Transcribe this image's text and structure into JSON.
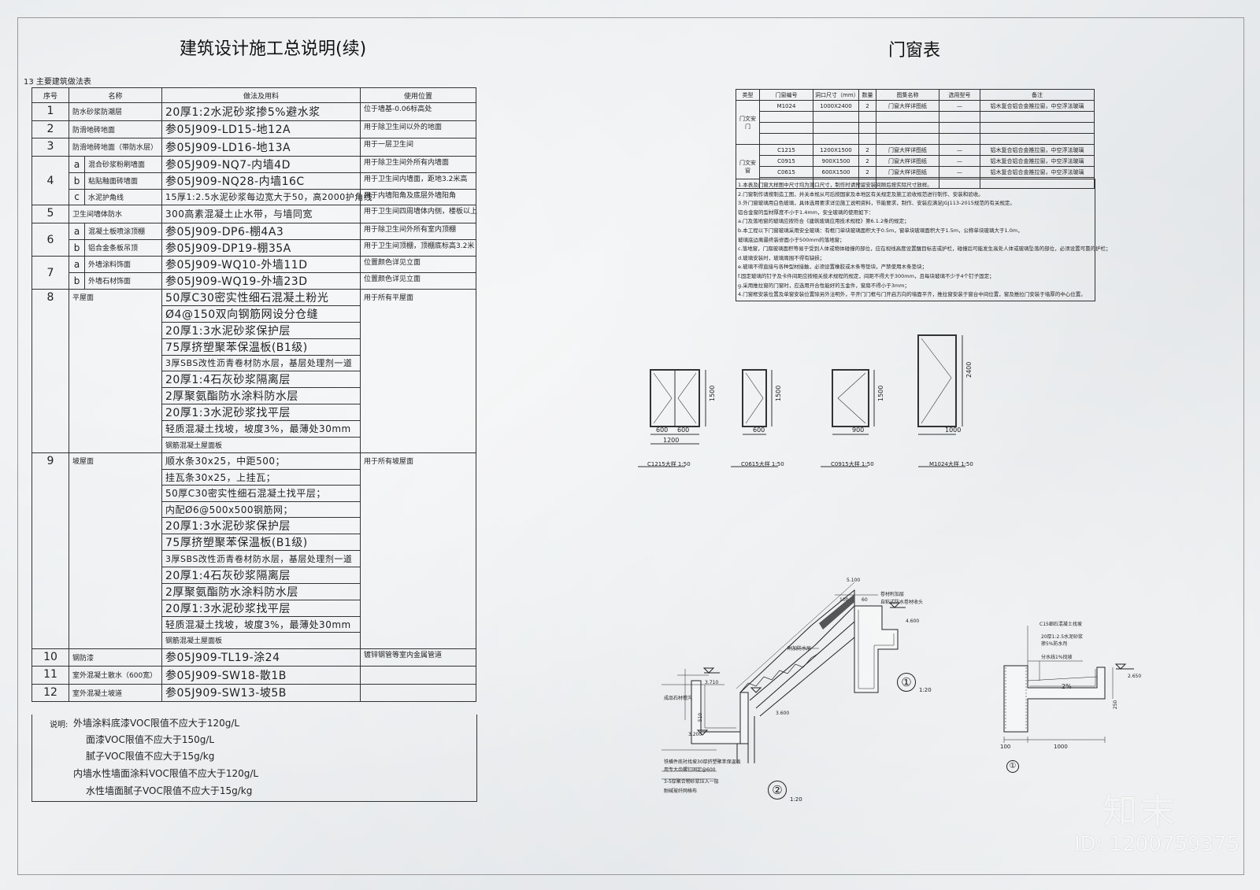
{
  "main_title": "建筑设计施工总说明(续)",
  "section_title": "13 主要建筑做法表",
  "table_headers": [
    "序号",
    "名称",
    "做法及用料",
    "使用位置"
  ],
  "rows": [
    {
      "no": "1",
      "sub": "",
      "name": "防水砂浆防潮层",
      "method": "20厚1:2水泥砂浆掺5%避水浆",
      "use": "位于墙基-0.06标高处"
    },
    {
      "no": "2",
      "sub": "",
      "name": "防滑地砖地面",
      "method": "参05J909-LD15-地12A",
      "use": "用于除卫生间以外的地面"
    },
    {
      "no": "3",
      "sub": "",
      "name": "防滑地砖地面（带防水层）",
      "method": "参05J909-LD16-地13A",
      "use": "用于一层卫生间"
    },
    {
      "no": "4",
      "sub": "a",
      "name": "混合砂浆粉刷墙面",
      "method": "参05J909-NQ7-内墙4D",
      "use": "用于除卫生间外所有内墙面"
    },
    {
      "no": "",
      "sub": "b",
      "name": "粘贴釉面砖墙面",
      "method": "参05J909-NQ28-内墙16C",
      "use": "用于卫生间内墙面，距地3.2米高"
    },
    {
      "no": "",
      "sub": "c",
      "name": "水泥护角线",
      "method": "15厚1:2.5水泥砂浆每边宽大于50，高2000护角线",
      "use": "用于内墙阳角及底层外墙阳角"
    },
    {
      "no": "5",
      "sub": "",
      "name": "卫生间墙体防水",
      "method": "300高素混凝土止水带，与墙同宽",
      "use": "用于卫生间四周墙体内侧，楼板以上"
    },
    {
      "no": "6",
      "sub": "a",
      "name": "混凝土板喷涂顶棚",
      "method": "参05J909-DP6-棚4A3",
      "use": "用于除卫生间外所有室内顶棚"
    },
    {
      "no": "",
      "sub": "b",
      "name": "铝合金条板吊顶",
      "method": "参05J909-DP19-棚35A",
      "use": "用于卫生间顶棚，顶棚底标高3.2米"
    },
    {
      "no": "7",
      "sub": "a",
      "name": "外墙涂料饰面",
      "method": "参05J909-WQ10-外墙11D",
      "use": "位置颜色详见立面"
    },
    {
      "no": "",
      "sub": "b",
      "name": "外墙石材饰面",
      "method": "参05J909-WQ19-外墙23D",
      "use": "位置颜色详见立面"
    }
  ],
  "row8": {
    "no": "8",
    "name": "平屋面",
    "use": "用于所有平屋面",
    "layers": [
      "50厚C30密实性细石混凝土粉光",
      "Ø4@150双向钢筋网设分仓缝",
      "20厚1:3水泥砂浆保护层",
      "75厚挤塑聚苯保温板(B1级)",
      "3厚SBS改性沥青卷材防水层，基层处理剂一道",
      "20厚1:4石灰砂浆隔离层",
      "2厚聚氨酯防水涂料防水层",
      "20厚1:3水泥砂浆找平层",
      "轻质混凝土找坡，坡度3%，最薄处30mm",
      "钢筋混凝土屋面板"
    ]
  },
  "row9": {
    "no": "9",
    "name": "坡屋面",
    "use": "用于所有坡屋面",
    "layers": [
      "顺水条30x25，中距500；",
      "挂瓦条30x25，上挂瓦；",
      "50厚C30密实性细石混凝土找平层；",
      "内配Ø6@500x500钢筋网；",
      "20厚1:3水泥砂浆保护层",
      "75厚挤塑聚苯保温板(B1级)",
      "3厚SBS改性沥青卷材防水层，基层处理剂一道",
      "20厚1:4石灰砂浆隔离层",
      "2厚聚氨酯防水涂料防水层",
      "20厚1:3水泥砂浆找平层",
      "轻质混凝土找坡，坡度3%，最薄处30mm",
      "钢筋混凝土屋面板"
    ]
  },
  "rows_end": [
    {
      "no": "10",
      "name": "钢防漆",
      "method": "参05J909-TL19-涂24",
      "use": "镀锌钢管等室内金属管道"
    },
    {
      "no": "11",
      "name": "室外混凝土散水（600宽）",
      "method": "参05J909-SW18-散1B",
      "use": ""
    },
    {
      "no": "12",
      "name": "室外混凝土坡道",
      "method": "参05J909-SW13-坡5B",
      "use": ""
    }
  ],
  "notes_label": "说明:",
  "notes": [
    "外墙涂料底漆VOC限值不应大于120g/L",
    "面漆VOC限值不应大于150g/L",
    "腻子VOC限值不应大于15g/kg",
    "内墙水性墙面涂料VOC限值不应大于120g/L",
    "水性墙面腻子VOC限值不应大于15g/kg"
  ],
  "door_title": "门窗表",
  "door_headers": [
    "类型",
    "门窗编号",
    "洞口尺寸（mm）",
    "数量",
    "图集名称",
    "选用型号",
    "备注"
  ],
  "door_type_label": "门文安门",
  "window_type_label": "门文安窗",
  "door_rows": [
    {
      "code": "M1024",
      "size": "1000X2400",
      "qty": "2",
      "atlas": "门窗大样详图纸",
      "model": "—",
      "note": "铝木复合铝合金推拉窗，中空浮法玻璃"
    }
  ],
  "window_rows": [
    {
      "code": "C1215",
      "size": "1200X1500",
      "qty": "2",
      "atlas": "门窗大样详图纸",
      "model": "—",
      "note": "铝木复合铝合金推拉窗，中空浮法玻璃"
    },
    {
      "code": "C0915",
      "size": "900X1500",
      "qty": "2",
      "atlas": "门窗大样详图纸",
      "model": "—",
      "note": "铝木复合铝合金推拉窗，中空浮法玻璃"
    },
    {
      "code": "C0615",
      "size": "600X1500",
      "qty": "2",
      "atlas": "门窗大样详图纸",
      "model": "—",
      "note": "铝木复合铝合金推拉窗，中空浮法玻璃"
    }
  ],
  "door_notes": [
    "1.本表及门窗大样图中尺寸均为洞口尺寸，制作时请预留安装间隙后按实际尺寸放样。",
    "2.门窗制作请按制造工图，并关本规从可后按国家及本地区有关规定及施工验收规范进行制作、安装和验收。",
    "3.外门窗玻璃用白色玻璃，具体选用要求详见施工说明资料，节能要求，制作、安装应满足JGJ113-2015规范的有关规定。",
    "   铝合金窗的型材厚度不小于1.4mm，安全玻璃的使用如下：",
    "a.门及落地窗的玻璃应按符合《建筑玻璃应用技术规程》第6.1.2条的规定；",
    "b.本工程以下门窗玻璃采用安全玻璃：有框门单块玻璃面积大于0.5m，窗单块玻璃面积大于1.5m，公称单块玻璃大于1.0m，",
    "   玻璃底边离最终装修面小于500mm的落地窗；",
    "c.落地窗，门扇玻璃面积等易于受到人体或物体碰撞的部位，应在视线高度设置醒目标志或护栏，碰撞后可能发生高处人体或玻璃坠落的部位，必须设置可靠的护栏；",
    "d.玻璃安装时，玻璃周围不得有缺损；",
    "e.玻璃不得直接与各种型材接触，必须设置橡胶或木条等垫块，严禁使用木条垫块；",
    "f.固定玻璃的钉子及卡件间距应按相关技术规程的规定，间距不得大于300mm，且每块玻璃不少于4个钉子固定；",
    "g.采用推拉窗的门窗时，应选用开合性能好的五金件，窗扇不得小于3mm；",
    "4.门窗框安装位置及单窗安装位置除另外注明外，平开门门框与门开启方向的墙面平齐，推拉窗安装于窗台中间位置，窗及推拉门安装于墙厚的中心位置。"
  ],
  "windows": [
    {
      "label": "C1215大样 1:50",
      "h": "1500",
      "w": "1200",
      "w1": "600",
      "w2": "600"
    },
    {
      "label": "C0615大样 1:50",
      "h": "1500",
      "w": "600"
    },
    {
      "label": "C0915大样 1:50",
      "h": "1500",
      "w": "900"
    },
    {
      "label": "M1024大样 1:50",
      "h": "2400",
      "w": "1000"
    }
  ],
  "detail": {
    "d1_no": "①",
    "d2_no": "②",
    "d1_scale": "1:20",
    "d2_scale": "1:20",
    "d3_no": "①",
    "lv_5100": "5.100",
    "lv_4600": "4.600",
    "lv_3710": "3.710",
    "lv_3600": "3.600",
    "lv_3200": "3.200",
    "lv_2650": "2.650",
    "dim_100": "100",
    "dim_60": "60",
    "dim_510": "510",
    "dim_250": "250",
    "dim_1000": "1000",
    "dim_100b": "100",
    "slope": "2%",
    "t_juancai": "卷材附加层",
    "t_zixi": "自粘式防水卷材收头",
    "t_fujia": "附加防水层",
    "t_lougou": "成品石材檐沟",
    "t_mid1": "铁横件底衬找坡30厚挤塑聚苯保温板",
    "t_mid2": "用专大齿螺钉固定@600",
    "t_mid3": "3-5厚聚合物砂浆压入一层",
    "t_mid4": "耐碱玻纤网格布",
    "t_c15": "C15细石混凝土找坡",
    "t_c15b": "20厚1:2.5水泥砂浆",
    "t_c15c": "掺5%防水剂",
    "t_c15d": "分水线1%找坡"
  },
  "watermark": {
    "logo": "知末",
    "id": "ID: 1200759375"
  }
}
